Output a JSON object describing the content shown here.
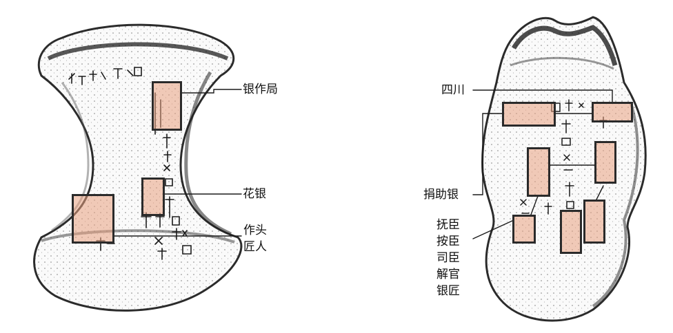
{
  "left_ingot": {
    "labels": {
      "yinzuoju": "银作局",
      "huayin": "花银",
      "zuotou": "作头",
      "jiangren": "匠人"
    }
  },
  "right_ingot": {
    "labels": {
      "sichuan": "四川",
      "juanzhuyin": "捐助银",
      "officials": [
        "抚臣",
        "按臣",
        "司臣",
        "解官",
        "银匠"
      ]
    }
  },
  "colors": {
    "highlight": "#E8A080",
    "ink": "#1a1a1a",
    "background": "#ffffff"
  }
}
